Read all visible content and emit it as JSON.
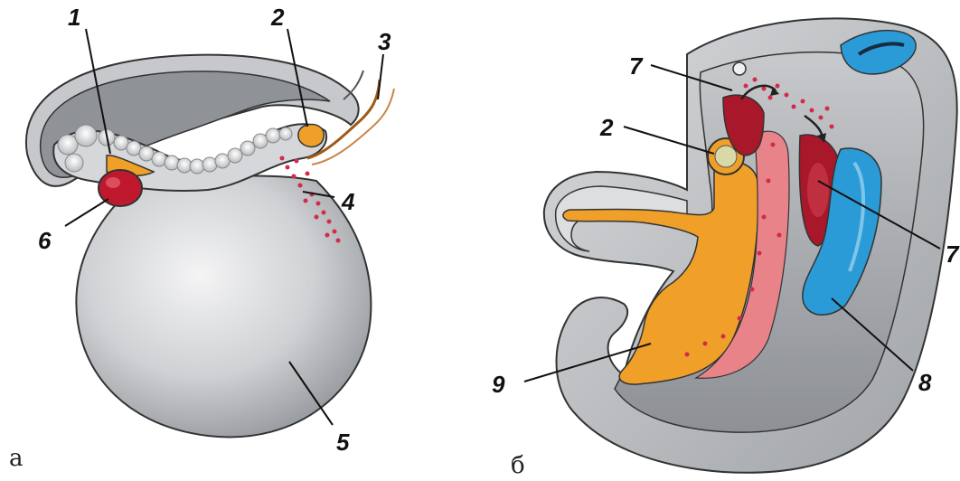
{
  "labels": {
    "n1": "1",
    "n2": "2",
    "n3": "3",
    "n4": "4",
    "n5": "5",
    "n6": "6",
    "n7": "7",
    "n8": "8",
    "n9": "9",
    "b2": "2",
    "b7a": "7",
    "b7b": "7"
  },
  "panels": {
    "a": "а",
    "b": "б"
  },
  "colors": {
    "tissue": "#b9bcc0",
    "tissue_dark": "#7a7d82",
    "yolk": "#cfd1d4",
    "orange": "#f0a028",
    "red": "#c0192e",
    "blue": "#2a9bd6",
    "pink": "#e8838a",
    "dot": "#d42a4a"
  }
}
